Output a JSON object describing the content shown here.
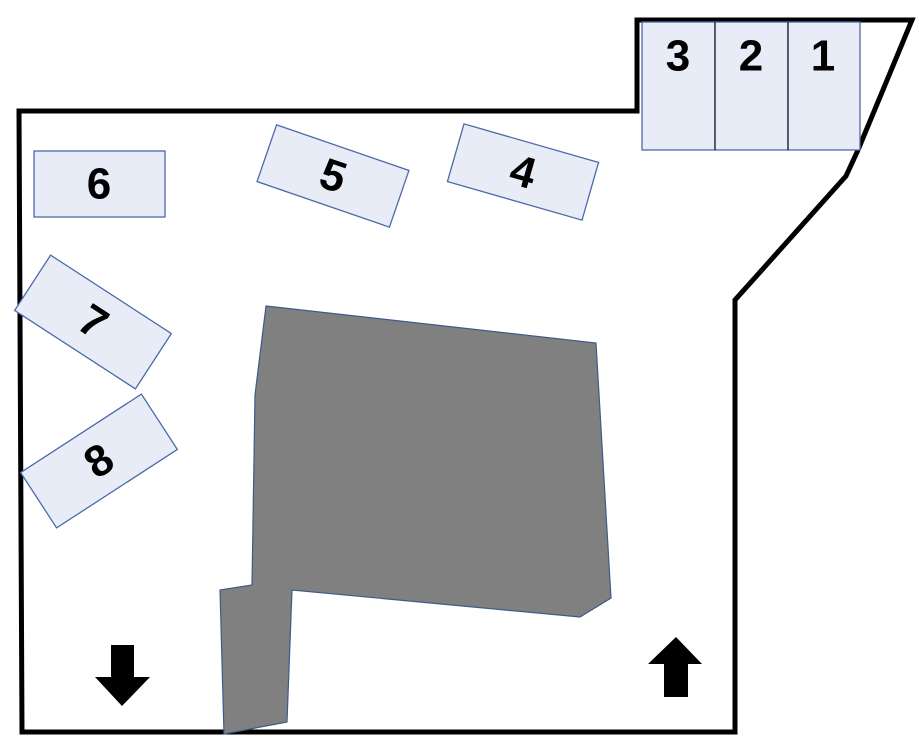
{
  "parking_lot": {
    "spaces": [
      {
        "id": "space-1",
        "label": "1"
      },
      {
        "id": "space-2",
        "label": "2"
      },
      {
        "id": "space-3",
        "label": "3"
      },
      {
        "id": "space-4",
        "label": "4"
      },
      {
        "id": "space-5",
        "label": "5"
      },
      {
        "id": "space-6",
        "label": "6"
      },
      {
        "id": "space-7",
        "label": "7"
      },
      {
        "id": "space-8",
        "label": "8"
      }
    ],
    "arrows": [
      {
        "id": "exit-arrow",
        "direction": "down"
      },
      {
        "id": "entrance-arrow",
        "direction": "up"
      }
    ],
    "colors": {
      "space_fill": "#e8ecf7",
      "space_border": "#4a6aa8",
      "building_fill": "#808080",
      "boundary": "#000000"
    }
  }
}
